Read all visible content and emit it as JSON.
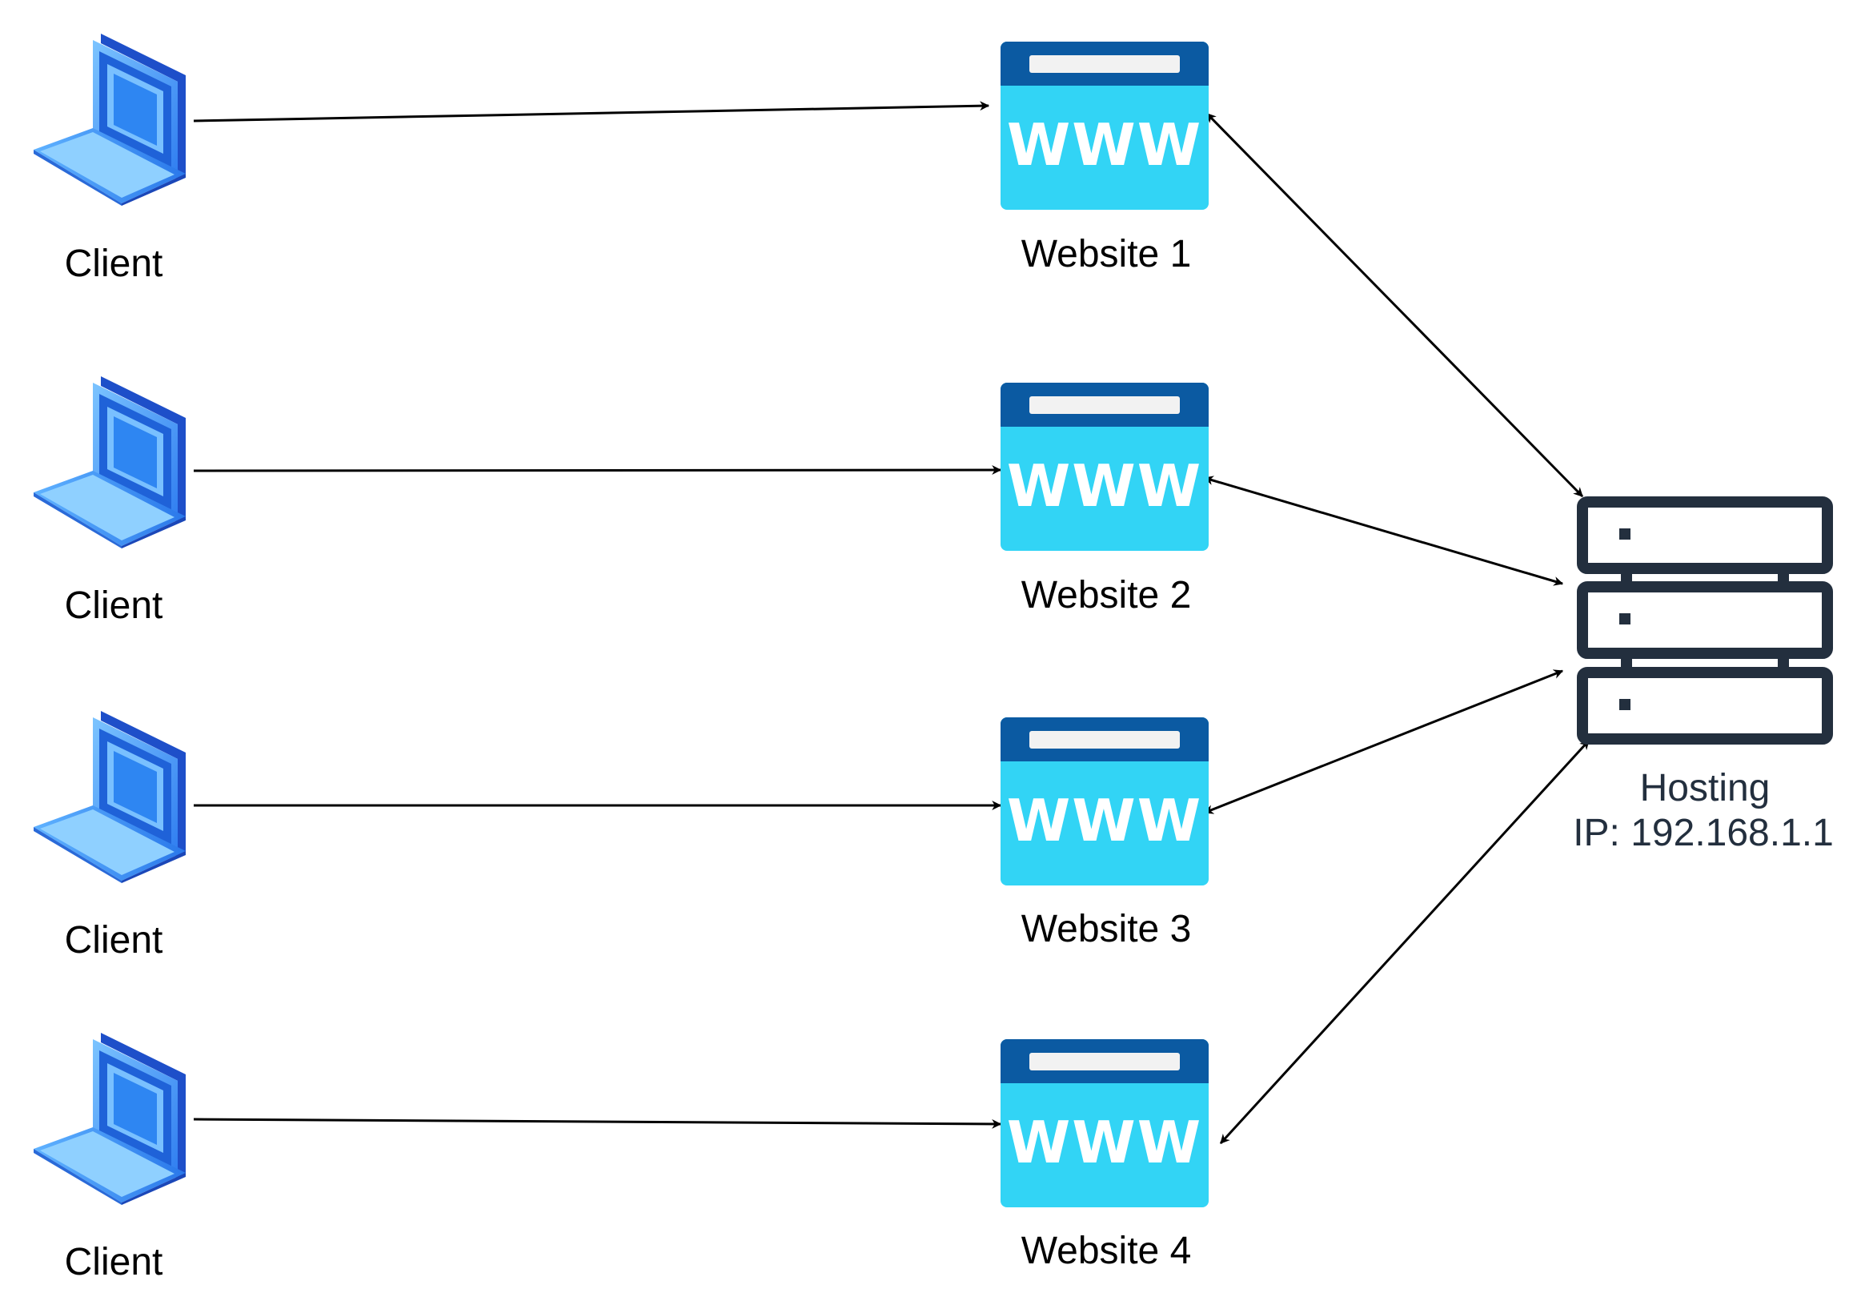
{
  "clients": [
    {
      "label": "Client"
    },
    {
      "label": "Client"
    },
    {
      "label": "Client"
    },
    {
      "label": "Client"
    }
  ],
  "websites": [
    {
      "label": "Website 1",
      "icon_text": "WWW"
    },
    {
      "label": "Website 2",
      "icon_text": "WWW"
    },
    {
      "label": "Website 3",
      "icon_text": "WWW"
    },
    {
      "label": "Website 4",
      "icon_text": "WWW"
    }
  ],
  "hosting": {
    "label": "Hosting",
    "ip": "IP: 192.168.1.1"
  },
  "connections": [
    {
      "from": "client-1",
      "to": "website-1",
      "direction": "one-way"
    },
    {
      "from": "client-2",
      "to": "website-2",
      "direction": "one-way"
    },
    {
      "from": "client-3",
      "to": "website-3",
      "direction": "one-way"
    },
    {
      "from": "client-4",
      "to": "website-4",
      "direction": "one-way"
    },
    {
      "from": "website-1",
      "to": "hosting",
      "direction": "two-way"
    },
    {
      "from": "website-2",
      "to": "hosting",
      "direction": "two-way"
    },
    {
      "from": "website-3",
      "to": "hosting",
      "direction": "two-way"
    },
    {
      "from": "website-4",
      "to": "hosting",
      "direction": "two-way"
    }
  ],
  "colors": {
    "laptop_blue": "#3e8ef7",
    "laptop_dark": "#1e4fc9",
    "laptop_light": "#9fd2ff",
    "www_header": "#0b5aa2",
    "www_body": "#32d4f5",
    "server_stroke": "#232f3e",
    "edge": "#000000"
  }
}
